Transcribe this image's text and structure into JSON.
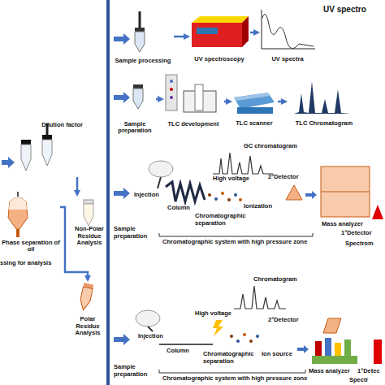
{
  "diagram": {
    "nodes": [
      {
        "text": [
          "Dilution factor"
        ]
      },
      {
        "text": [
          "Phase separation of oil"
        ]
      },
      {
        "text": [
          "Non-Polar Residue Analysis"
        ]
      },
      {
        "text": [
          "Polar Residue Analysis"
        ]
      },
      {
        "text": [
          "Sample processing"
        ]
      },
      {
        "text": [
          "UV spectroscopy"
        ]
      },
      {
        "text": [
          "UV spectra"
        ]
      },
      {
        "text": [
          "Sample preparation"
        ]
      },
      {
        "text": [
          "TLC development"
        ]
      },
      {
        "text": [
          "TLC scanner"
        ]
      },
      {
        "text": [
          "TLC Chromatogram"
        ]
      }
    ],
    "edges": [
      {
        "from": 0,
        "to": 2,
        "arrow": "to"
      },
      {
        "from": 1,
        "to": 3,
        "arrow": "to"
      },
      {
        "from": 4,
        "to": 5,
        "arrow": "to"
      },
      {
        "from": 5,
        "to": 6,
        "arrow": "to"
      },
      {
        "from": 7,
        "to": 8,
        "arrow": "to"
      },
      {
        "from": 8,
        "to": 9,
        "arrow": "to"
      },
      {
        "from": 9,
        "to": 10,
        "arrow": "to"
      }
    ],
    "labels": [
      "ssing for analysis",
      "UV spectro",
      "GC chromatogram",
      "Injection",
      "Column",
      "High voltage",
      "2°Detector",
      "Chromatographic separation",
      "Ionization",
      "Mass analyzer",
      "1°Detector",
      "Sample preparation",
      "Chromatographic system with high pressure zone",
      "Spectrom",
      "Chromatogram",
      "High voltage",
      "2°Detector",
      "Injection",
      "Column",
      "Chromatographic separation",
      "Ion source",
      "Mass analyzer",
      "1°Detec",
      "Sample preparation",
      "Chromatographic system with high pressure zone",
      "Spectr"
    ]
  }
}
